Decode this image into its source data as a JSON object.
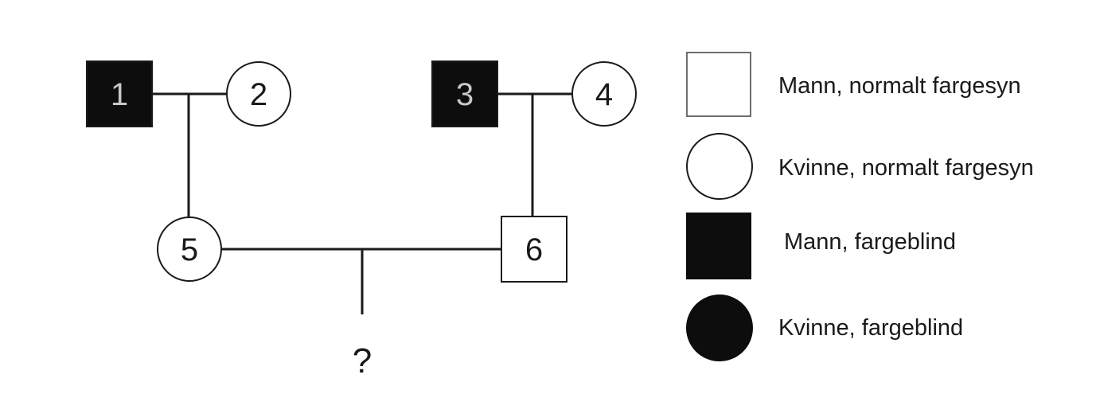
{
  "pedigree": {
    "individuals": [
      {
        "id": "1",
        "label": "1",
        "sex": "male",
        "affected": true
      },
      {
        "id": "2",
        "label": "2",
        "sex": "female",
        "affected": false
      },
      {
        "id": "3",
        "label": "3",
        "sex": "male",
        "affected": true
      },
      {
        "id": "4",
        "label": "4",
        "sex": "female",
        "affected": false
      },
      {
        "id": "5",
        "label": "5",
        "sex": "female",
        "affected": false
      },
      {
        "id": "6",
        "label": "6",
        "sex": "male",
        "affected": false
      }
    ],
    "unknown_child_label": "?"
  },
  "legend": {
    "items": [
      {
        "label": "Mann, normalt fargesyn",
        "shape": "square",
        "filled": false
      },
      {
        "label": "Kvinne, normalt fargesyn",
        "shape": "circle",
        "filled": false
      },
      {
        "label": "Mann, fargeblind",
        "shape": "square",
        "filled": true
      },
      {
        "label": "Kvinne, fargeblind",
        "shape": "circle",
        "filled": true
      }
    ]
  },
  "colors": {
    "affected_fill": "#0d0d0d",
    "unaffected_fill": "#ffffff",
    "stroke": "#1a1a1a",
    "affected_label": "#c8c8c8",
    "unaffected_label": "#1a1a1a",
    "legend_stroke": "#6e6e6e"
  }
}
